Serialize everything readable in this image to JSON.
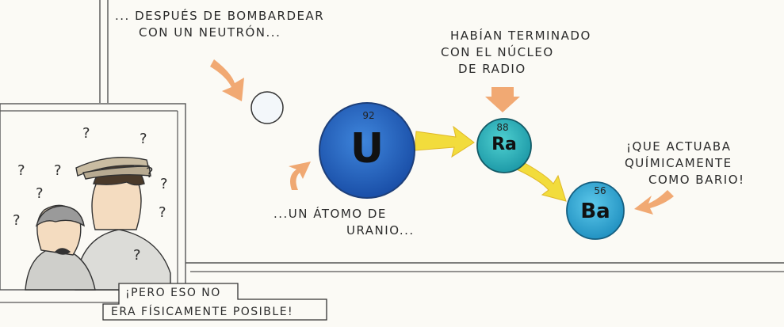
{
  "caption_neutron": [
    "... DESPUÉS DE BOMBARDEAR",
    "CON UN NEUTRÓN..."
  ],
  "caption_radium": [
    "HABÍAN TERMINADO",
    "CON EL NÚCLEO",
    "DE RADIO"
  ],
  "caption_barium": [
    "¡QUE ACTUABA",
    "QUÍMICAMENTE",
    "COMO BARIO!"
  ],
  "caption_uranium": [
    "...UN ÁTOMO DE",
    "URANIO..."
  ],
  "speech": [
    "¡PERO ESO NO",
    "ERA FÍSICAMENTE POSIBLE!"
  ],
  "uranium": {
    "symbol": "U",
    "number": "92"
  },
  "radium": {
    "symbol": "Ra",
    "number": "88"
  },
  "barium": {
    "symbol": "Ba",
    "number": "56"
  },
  "question_mark": "?",
  "colors": {
    "uranium": "#1f63c4",
    "radium": "#2cb9c4",
    "barium": "#35b0dc",
    "arrow": "#f2dc3c",
    "pointer": "#ee9a5c"
  }
}
